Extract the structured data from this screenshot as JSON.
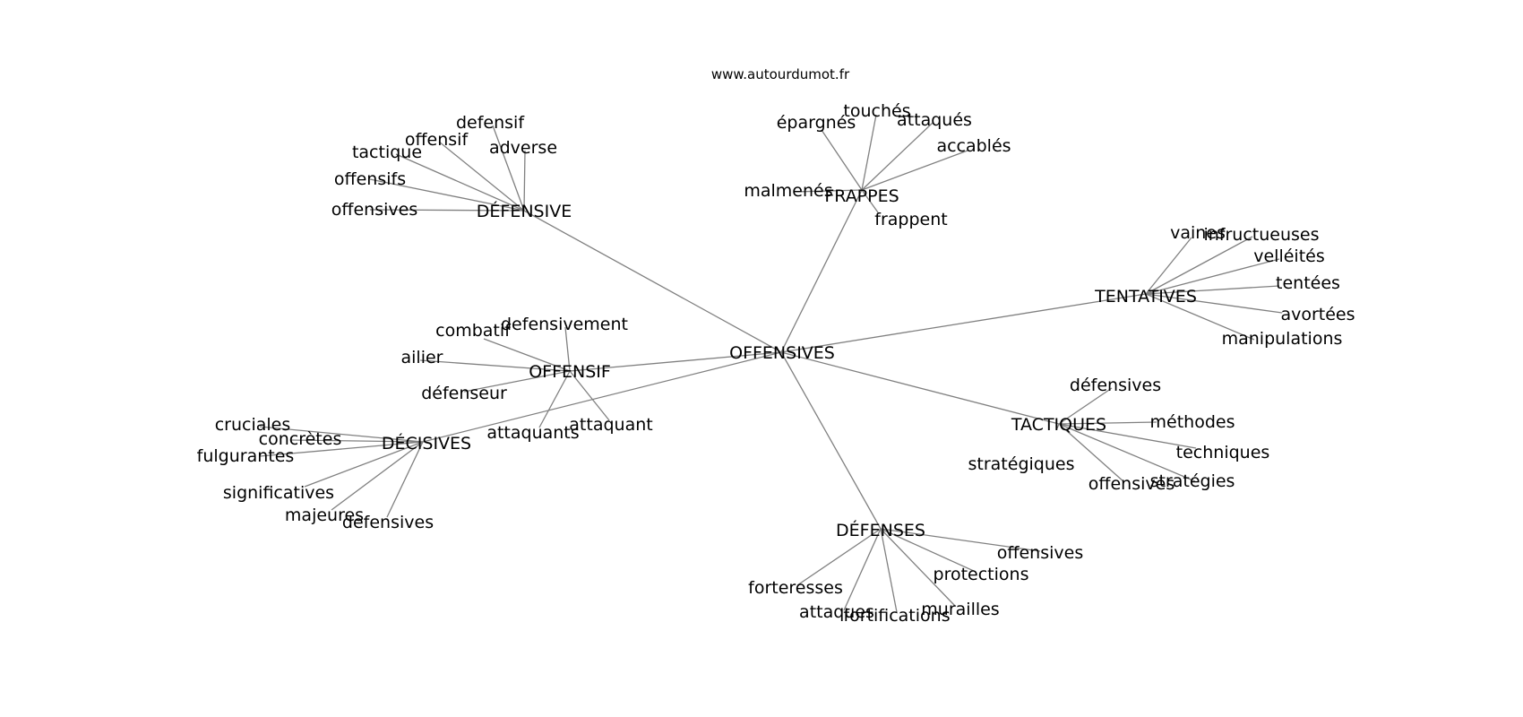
{
  "site": "www.autourdumot.fr",
  "colors": {
    "edge": "#808080",
    "text": "#000000",
    "background": "#ffffff"
  },
  "root": "OFFENSIVES",
  "groups": [
    {
      "hub": "DÉFENSIVE",
      "leaves": [
        "defensif",
        "offensif",
        "adverse",
        "tactique",
        "offensifs",
        "offensives"
      ]
    },
    {
      "hub": "FRAPPES",
      "leaves": [
        "touchés",
        "épargnés",
        "attaqués",
        "accablés",
        "malmenés",
        "frappent"
      ]
    },
    {
      "hub": "TENTATIVES",
      "leaves": [
        "vaines",
        "infructueuses",
        "velléités",
        "tentées",
        "avortées",
        "manipulations"
      ]
    },
    {
      "hub": "OFFENSIF",
      "leaves": [
        "combatif",
        "defensivement",
        "ailier",
        "défenseur",
        "attaquants",
        "attaquant"
      ]
    },
    {
      "hub": "DÉCISIVES",
      "leaves": [
        "cruciales",
        "concrètes",
        "fulgurantes",
        "significatives",
        "majeures",
        "defensives"
      ]
    },
    {
      "hub": "TACTIQUES",
      "leaves": [
        "défensives",
        "méthodes",
        "techniques",
        "stratégiques",
        "offensives",
        "stratégies"
      ]
    },
    {
      "hub": "DÉFENSES",
      "leaves": [
        "offensives",
        "protections",
        "forteresses",
        "attaques",
        "fortifications",
        "murailles"
      ]
    }
  ]
}
